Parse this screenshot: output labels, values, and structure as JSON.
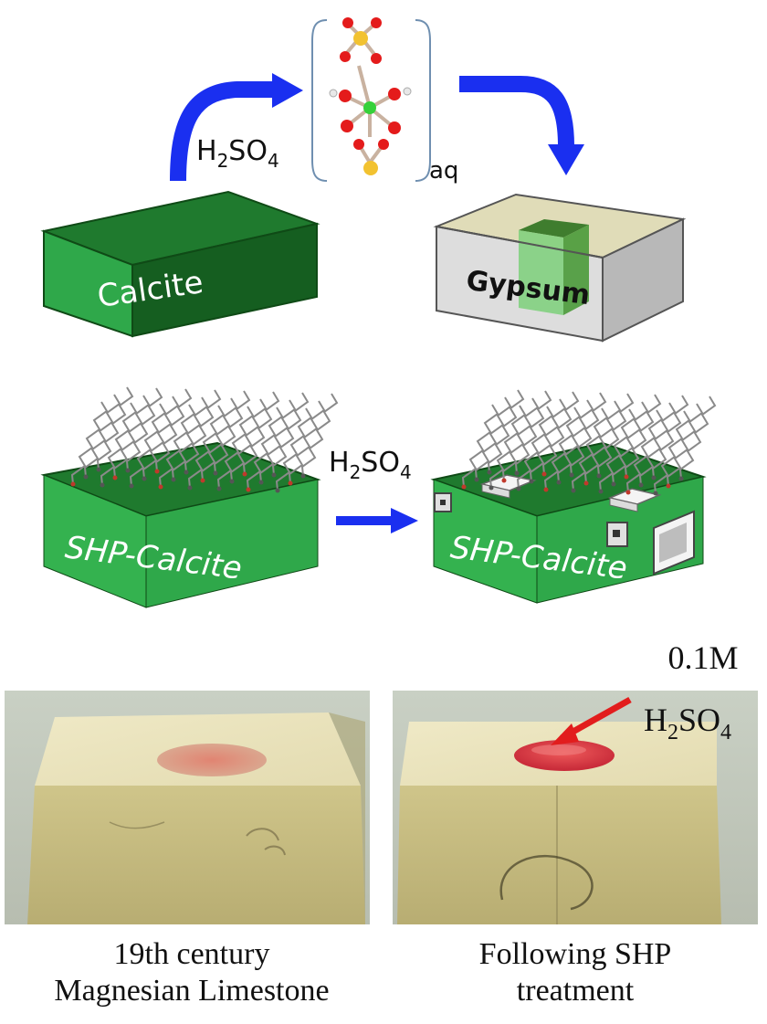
{
  "top_reaction": {
    "reagent": {
      "base": "H",
      "sub1": "2",
      "mid": "SO",
      "sub2": "4"
    },
    "complex_subscript": "aq",
    "calcite_label": "Calcite",
    "gypsum_label": "Gypsum"
  },
  "middle_reaction": {
    "reagent": {
      "base": "H",
      "sub1": "2",
      "mid": "SO",
      "sub2": "4"
    },
    "left_label": "SHP-Calcite",
    "right_label": "SHP-Calcite"
  },
  "photo_section": {
    "acid_note": {
      "line1": "0.1M",
      "base": "H",
      "sub1": "2",
      "mid": "SO",
      "sub2": "4"
    },
    "left_caption": {
      "line1": "19th century",
      "line2": "Magnesian Limestone"
    },
    "right_caption": {
      "line1": "Following SHP",
      "line2": "treatment"
    }
  },
  "colors": {
    "green_front": "#2fa84a",
    "green_top": "#1f7a2e",
    "green_side": "#145a1e",
    "arrow_blue": "#1a2ff0",
    "droplet_red": "#d93a3a",
    "stone": "#d9cf9a"
  }
}
